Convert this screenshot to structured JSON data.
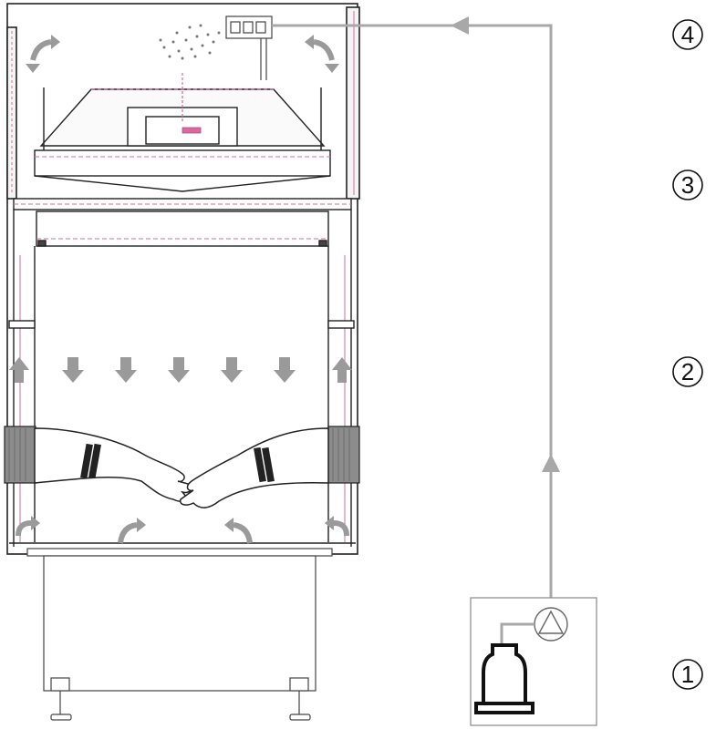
{
  "callouts": [
    {
      "label": "4"
    },
    {
      "label": "3"
    },
    {
      "label": "2"
    },
    {
      "label": "1"
    }
  ],
  "colors": {
    "outline": "#222222",
    "airflow_arrow": "#9a9a9a",
    "supply_line": "#a8a8a8",
    "accent_pink": "#d86aa0",
    "glove_port": "#8c8c8c"
  },
  "icons": {
    "pump": "pump-icon",
    "gas_cylinder": "gas-cylinder-icon",
    "airflow": "airflow-arrow-icon",
    "hands": "gloved-hands-icon",
    "sensor": "sensor-panel-icon"
  }
}
